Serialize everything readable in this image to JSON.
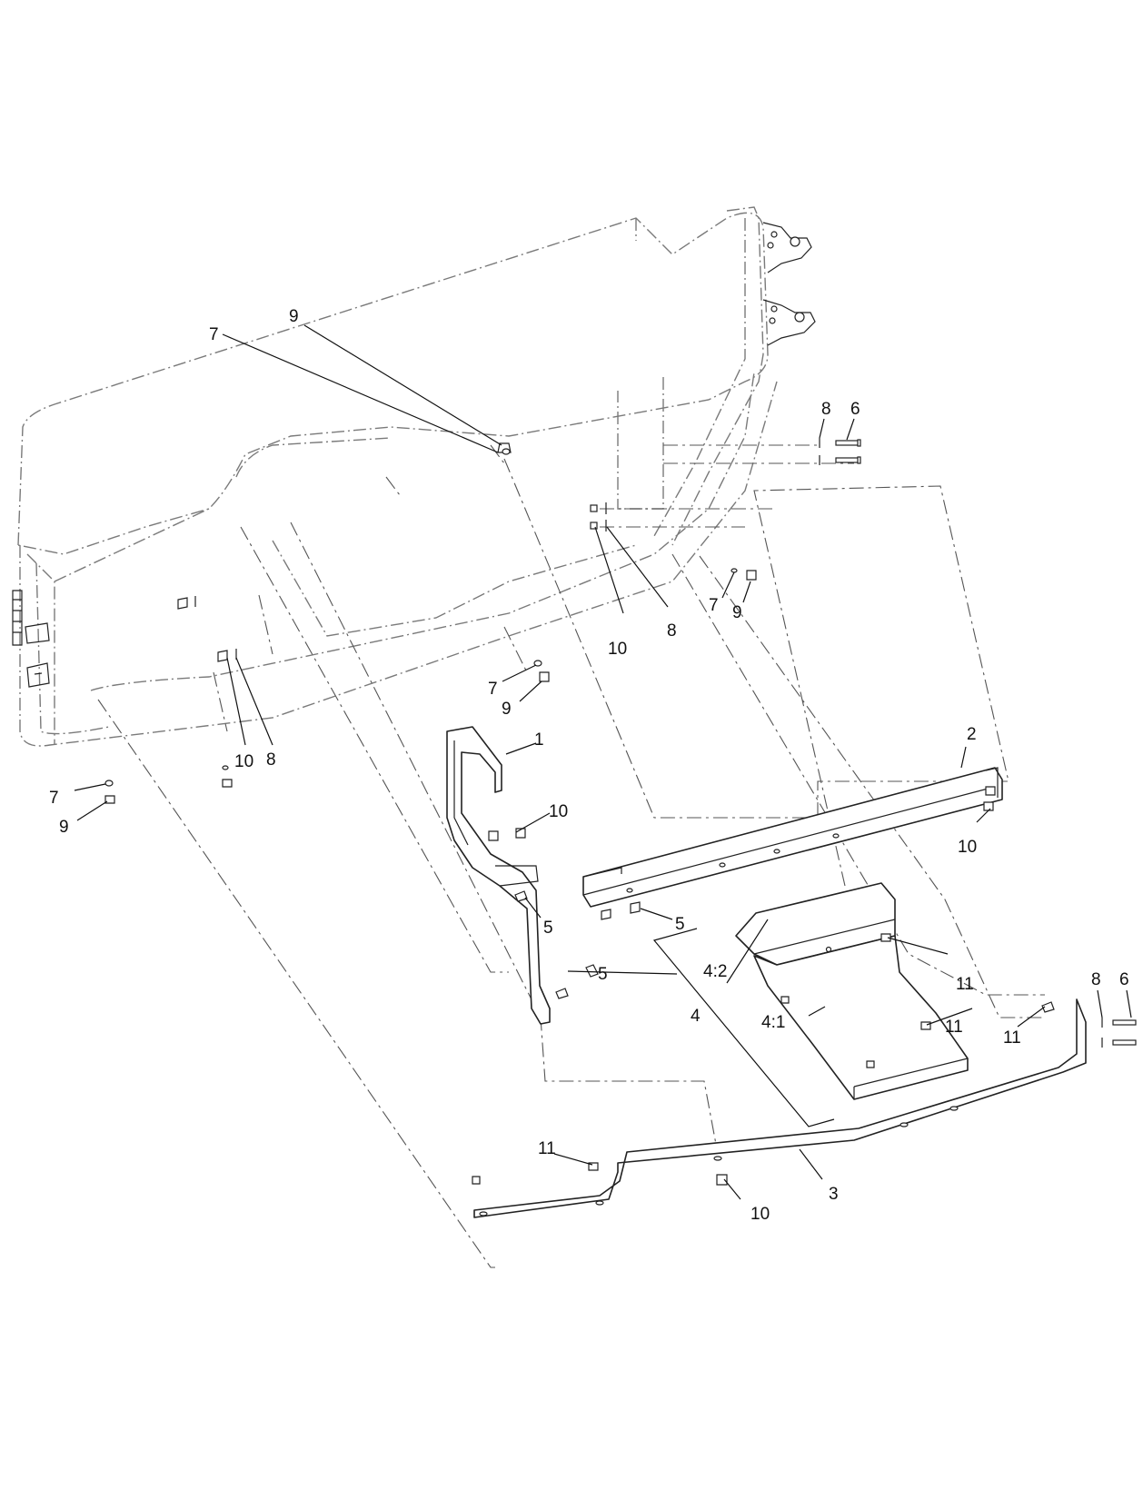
{
  "callouts": [
    {
      "id": "c1",
      "text": "1"
    },
    {
      "id": "c2",
      "text": "2"
    },
    {
      "id": "c3",
      "text": "3"
    },
    {
      "id": "c4",
      "text": "4"
    },
    {
      "id": "c41",
      "text": "4:1"
    },
    {
      "id": "c42",
      "text": "4:2"
    },
    {
      "id": "c5a",
      "text": "5"
    },
    {
      "id": "c5b",
      "text": "5"
    },
    {
      "id": "c5c",
      "text": "5"
    },
    {
      "id": "c6a",
      "text": "6"
    },
    {
      "id": "c6b",
      "text": "6"
    },
    {
      "id": "c7a",
      "text": "7"
    },
    {
      "id": "c7b",
      "text": "7"
    },
    {
      "id": "c7c",
      "text": "7"
    },
    {
      "id": "c7d",
      "text": "7"
    },
    {
      "id": "c8a",
      "text": "8"
    },
    {
      "id": "c8b",
      "text": "8"
    },
    {
      "id": "c8c",
      "text": "8"
    },
    {
      "id": "c8d",
      "text": "8"
    },
    {
      "id": "c9a",
      "text": "9"
    },
    {
      "id": "c9b",
      "text": "9"
    },
    {
      "id": "c9c",
      "text": "9"
    },
    {
      "id": "c9d",
      "text": "9"
    },
    {
      "id": "c10a",
      "text": "10"
    },
    {
      "id": "c10b",
      "text": "10"
    },
    {
      "id": "c10c",
      "text": "10"
    },
    {
      "id": "c10d",
      "text": "10"
    },
    {
      "id": "c10e",
      "text": "10"
    },
    {
      "id": "c11a",
      "text": "11"
    },
    {
      "id": "c11b",
      "text": "11"
    },
    {
      "id": "c11c",
      "text": "11"
    },
    {
      "id": "c11d",
      "text": "11"
    }
  ]
}
